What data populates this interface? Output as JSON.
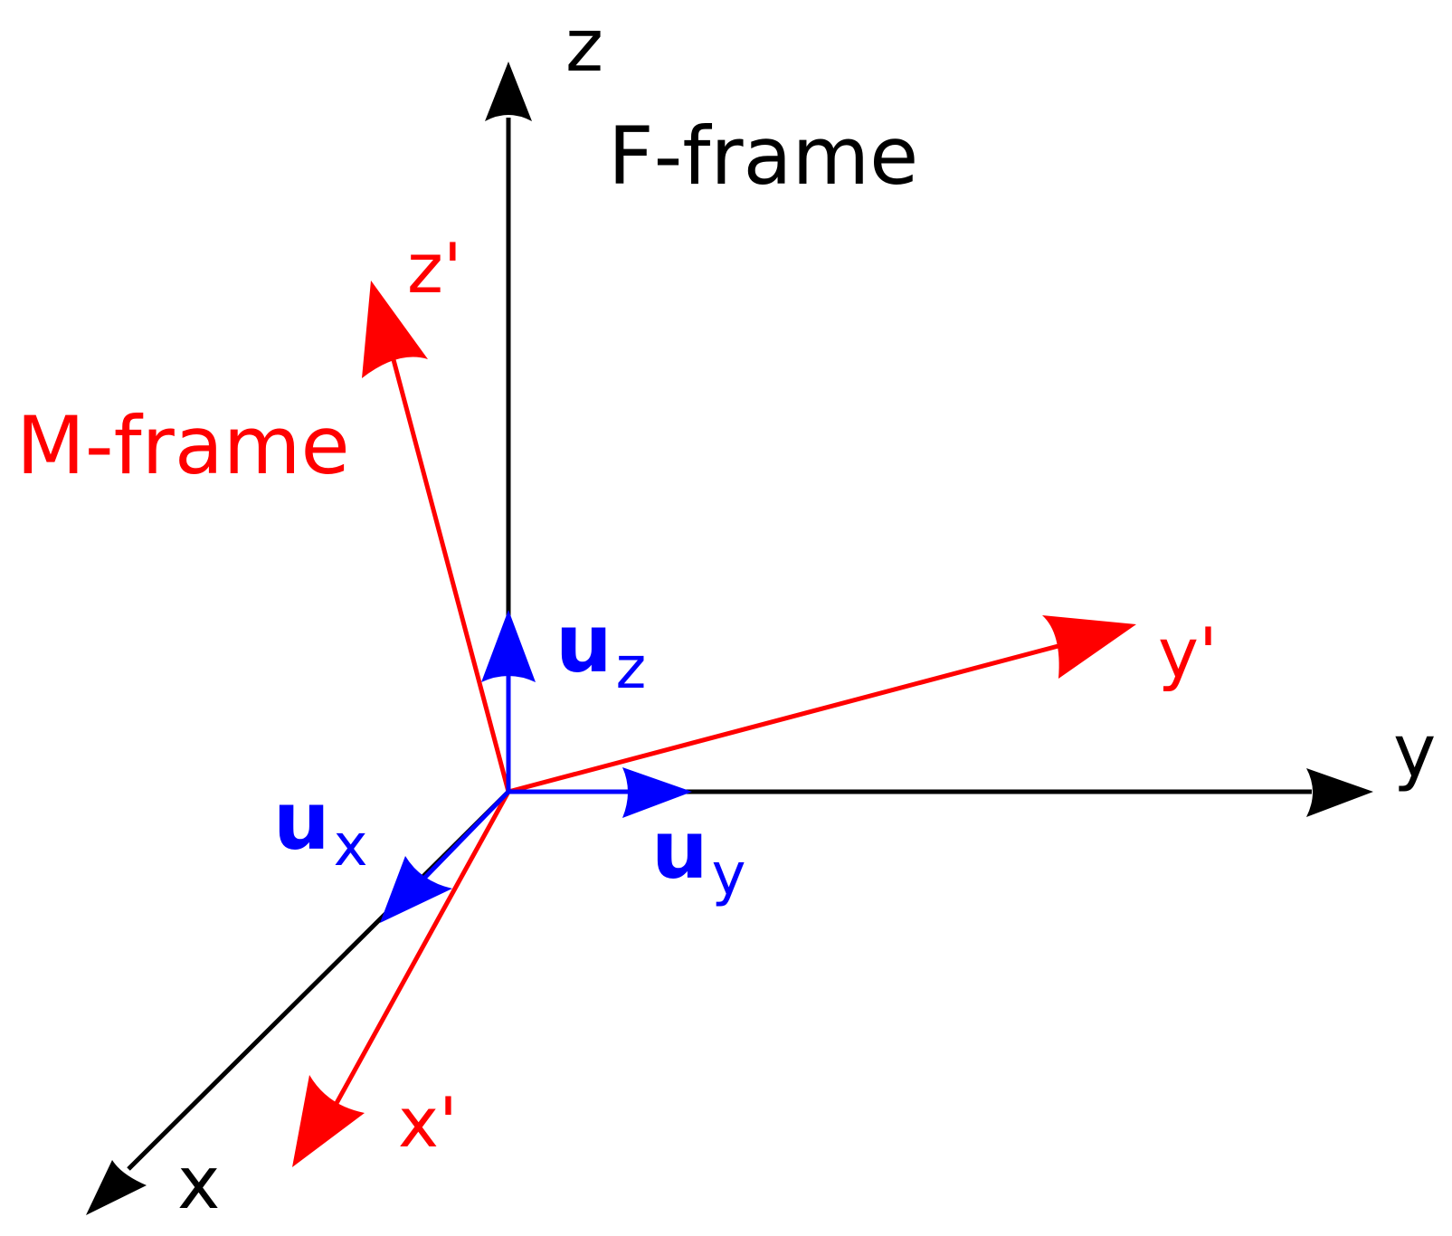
{
  "colors": {
    "fixed_frame": "#000000",
    "moving_frame": "#ff0000",
    "unit_vectors": "#0000ff",
    "background": "#ffffff"
  },
  "labels": {
    "f_frame": "F-frame",
    "m_frame": "M-frame",
    "axis_z": "z",
    "axis_y": "y",
    "axis_x": "x",
    "axis_z_prime": "z'",
    "axis_y_prime": "y'",
    "axis_x_prime": "x'",
    "unit_z_main": "u",
    "unit_z_sub": "z",
    "unit_y_main": "u",
    "unit_y_sub": "y",
    "unit_x_main": "u",
    "unit_x_sub": "x"
  }
}
